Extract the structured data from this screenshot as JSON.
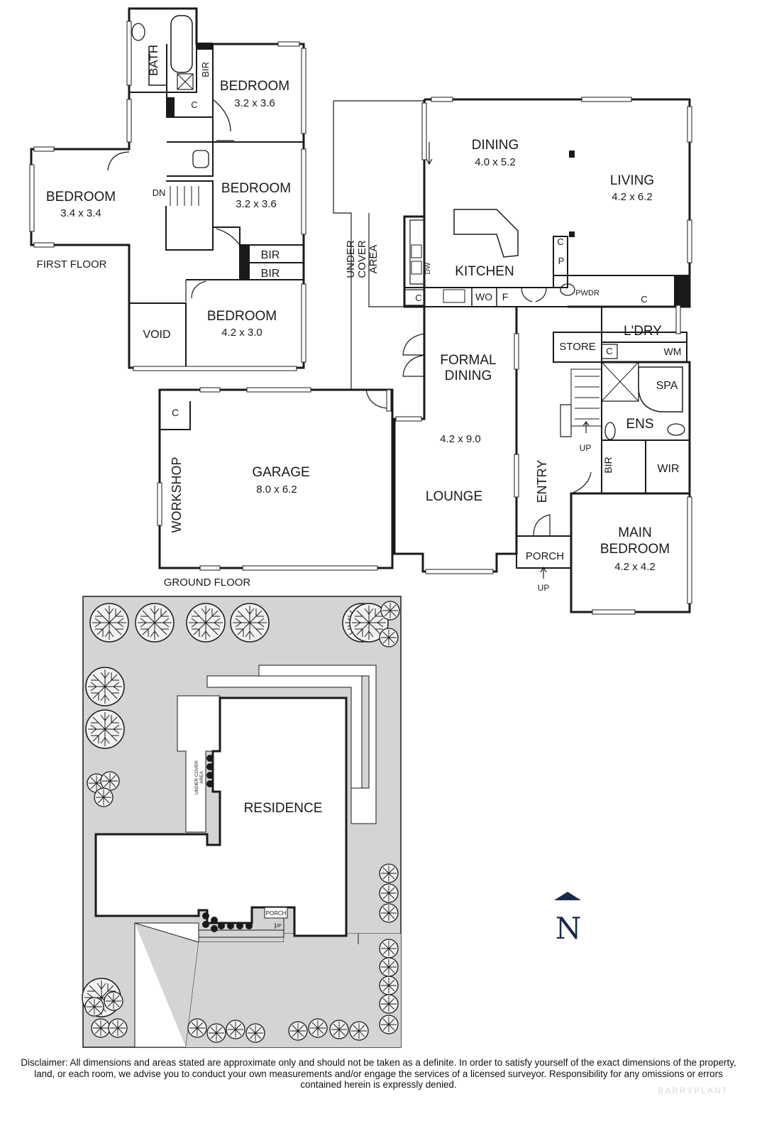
{
  "first_floor": {
    "floor_label": "FIRST FLOOR",
    "bath": "BATH",
    "bir_1": "BIR",
    "cupboard": "C",
    "bedroom_1": {
      "name": "BEDROOM",
      "size": "3.2 x 3.6"
    },
    "bedroom_2": {
      "name": "BEDROOM",
      "size": "3.2 x 3.6"
    },
    "bedroom_3": {
      "name": "BEDROOM",
      "size": "3.4 x 3.4"
    },
    "bedroom_4": {
      "name": "BEDROOM",
      "size": "4.2 x 3.0"
    },
    "stair_down": "DN",
    "bir_2": "BIR",
    "bir_3": "BIR",
    "void": "VOID"
  },
  "ground_floor": {
    "floor_label": "GROUND FLOOR",
    "garage": {
      "name": "GARAGE",
      "size": "8.0 x 6.2"
    },
    "workshop": "WORKSHOP",
    "garage_cupboard": "C",
    "under_cover_area": [
      "UNDER",
      "COVER",
      "AREA"
    ],
    "dining": {
      "name": "DINING",
      "size": "4.0 x 5.2"
    },
    "living": {
      "name": "LIVING",
      "size": "4.2 x 6.2"
    },
    "kitchen": "KITCHEN",
    "dishwasher": "DW",
    "kitchen_cupboard": "C",
    "wall_oven": "WO",
    "fridge": "F",
    "pantry": "P",
    "living_cupboard": "C",
    "powder": "PWDR",
    "hall_cupboard": "C",
    "laundry": "L'DRY",
    "store": "STORE",
    "laundry_cupboard": "C",
    "washing_machine": "WM",
    "formal_dining": [
      "FORMAL",
      "DINING"
    ],
    "lounge": {
      "name": "LOUNGE",
      "size": "4.2 x 9.0"
    },
    "entry": "ENTRY",
    "spa": "SPA",
    "ensuite": "ENS",
    "stair_up": "UP",
    "bir": "BIR",
    "wir": "WIR",
    "main_bedroom": {
      "name": [
        "MAIN",
        "BEDROOM"
      ],
      "size": "4.2 x 4.2"
    },
    "porch": "PORCH",
    "porch_up": "UP"
  },
  "site_plan": {
    "residence": "RESIDENCE",
    "under_cover_area": [
      "UNDER COVER",
      "AREA"
    ],
    "porch": "PORCH",
    "porch_up": "UP"
  },
  "north_arrow": "N",
  "disclaimer": "Disclaimer: All dimensions and areas stated are approximate only and should not be taken as a definite. In order to satisfy yourself of the exact dimensions of the property, land, or each room, we advise you to conduct your own measurements and/or engage the services of a licensed surveyor. Responsibility for any omissions or errors contained herein is expressly denied.",
  "watermark": "BARRYPLANT",
  "colors": {
    "wall": "#1a1a1a",
    "site_fill": "#d4d4d4",
    "paving": "#e9e9e9",
    "north_arrow": "#1b2a4a"
  }
}
